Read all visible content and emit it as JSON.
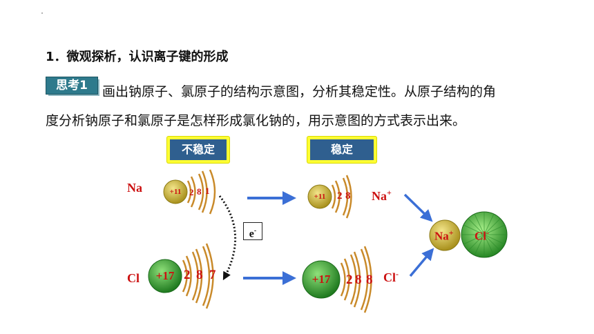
{
  "heading": "1．微观探析，认识离子键的形成",
  "tag": "思考1",
  "paragraph": {
    "line1": "画出钠原子、氯原子的结构示意图，分析其稳定性。从原子结构的角",
    "line2": "度分析钠原子和氯原子是怎样形成氯化钠的，用示意图的方式表示出来。"
  },
  "labels": {
    "unstable": "不稳定",
    "stable": "稳定"
  },
  "na_atom": {
    "symbol": "Na",
    "nucleus": "+11",
    "electrons": [
      "2",
      "8",
      "1"
    ]
  },
  "cl_atom": {
    "symbol": "Cl",
    "nucleus": "+17",
    "electrons": [
      "2",
      "8",
      "7"
    ]
  },
  "electron_label": "e",
  "electron_sup": "-",
  "na_ion": {
    "nucleus": "+11",
    "electrons": [
      "2",
      "8"
    ],
    "symbol": "Na",
    "sup": "+"
  },
  "cl_ion": {
    "nucleus": "+17",
    "electrons": [
      "2",
      "8",
      "8"
    ],
    "symbol": "Cl",
    "sup": "-"
  },
  "compound": {
    "na": "Na",
    "na_sup": "+",
    "cl": "Cl",
    "cl_sup": "-"
  },
  "colors": {
    "na_nucleus": "#c8b23c",
    "cl_nucleus": "#2f9a2f",
    "shell": "#c98a2a",
    "arrow": "#3b6fd6",
    "text_red": "#cc1111"
  }
}
